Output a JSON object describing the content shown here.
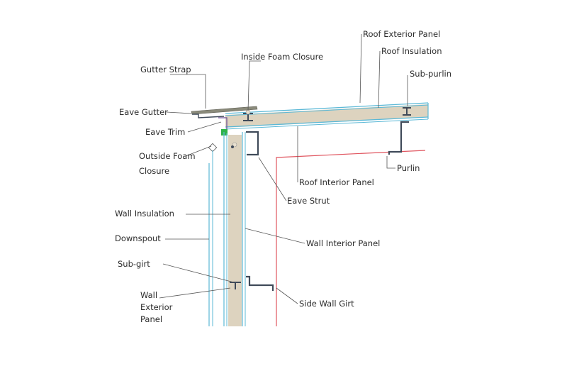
{
  "labels": {
    "roof_exterior_panel": "Roof Exterior Panel",
    "roof_insulation": "Roof Insulation",
    "sub_purlin": "Sub-purlin",
    "inside_foam_closure": "Inside Foam Closure",
    "gutter_strap": "Gutter Strap",
    "eave_gutter": "Eave Gutter",
    "eave_trim": "Eave Trim",
    "outside_foam_closure_1": "Outside Foam",
    "outside_foam_closure_2": "Closure",
    "purlin": "Purlin",
    "roof_interior_panel": "Roof Interior Panel",
    "eave_strut": "Eave Strut",
    "wall_insulation": "Wall Insulation",
    "downspout": "Downspout",
    "wall_interior_panel": "Wall Interior Panel",
    "sub_girt": "Sub-girt",
    "wall_exterior_panel_1": "Wall",
    "wall_exterior_panel_2": "Exterior",
    "wall_exterior_panel_3": "Panel",
    "side_wall_girt": "Side Wall Girt"
  },
  "colors": {
    "panel_blue": "#5bb8d6",
    "insulation": "#ddd3bf",
    "steel": "#3f4a59",
    "interior_line": "#e0555f",
    "leader": "#555555",
    "foam_green": "#2fb34a",
    "gutter": "#8a8a7a"
  }
}
